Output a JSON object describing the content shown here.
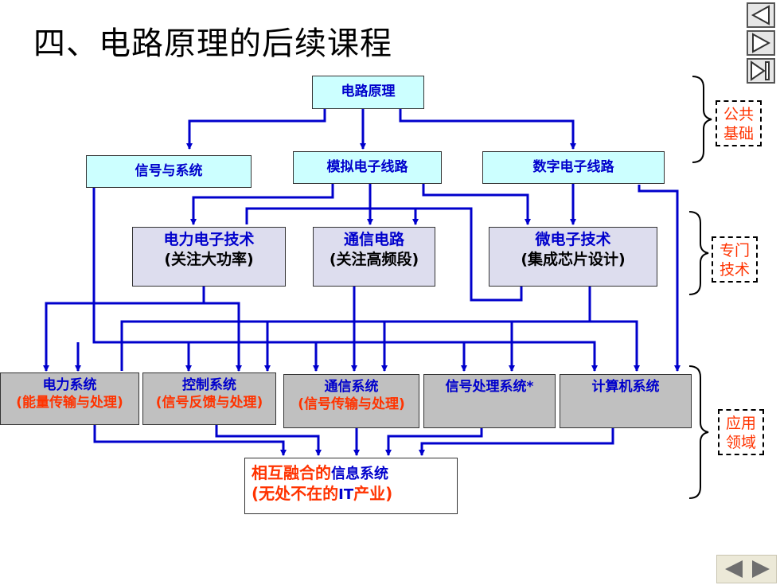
{
  "slide": {
    "title": "四、电路原理的后续课程"
  },
  "diagram": {
    "root": "电路原理",
    "level1": [
      "信号与系统",
      "模拟电子线路",
      "数字电子线路"
    ],
    "level2": [
      {
        "name": "电力电子技术",
        "note": "(关注大功率)"
      },
      {
        "name": "通信电路",
        "note": "(关注高频段)"
      },
      {
        "name": "微电子技术",
        "note": "(集成芯片设计)"
      }
    ],
    "level3": [
      {
        "name": "电力系统",
        "note": "(能量传输与处理)"
      },
      {
        "name": "控制系统",
        "note": "(信号反馈与处理)"
      },
      {
        "name": "通信系统",
        "note": "(信号传输与处理)"
      },
      {
        "name": "信号处理系统*",
        "note": ""
      },
      {
        "name": "计算机系统",
        "note": ""
      }
    ],
    "result": {
      "line1_red": "相互融合的",
      "line1_blue": "信息系统",
      "line2_prefix": "(无处不在的",
      "line2_blue": "IT",
      "line2_suffix": "产业)"
    }
  },
  "categories": [
    {
      "label": "公共基础"
    },
    {
      "label": "专门技术"
    },
    {
      "label": "应用领域"
    }
  ],
  "categories_lines": [
    [
      "公共",
      "基础"
    ],
    [
      "专门",
      "技术"
    ],
    [
      "应用",
      "领域"
    ]
  ],
  "navigation": {
    "top_buttons": [
      "previous-slide",
      "next-slide",
      "last-slide"
    ],
    "bottom_buttons": [
      "back",
      "forward"
    ]
  },
  "colors": {
    "arrow": "#0000cc",
    "box_text": "#0000cc",
    "highlight": "#ff3300",
    "level1_fill": "#ccffff",
    "level2_fill": "#ddddee",
    "level3_fill": "#c0c0c0"
  }
}
